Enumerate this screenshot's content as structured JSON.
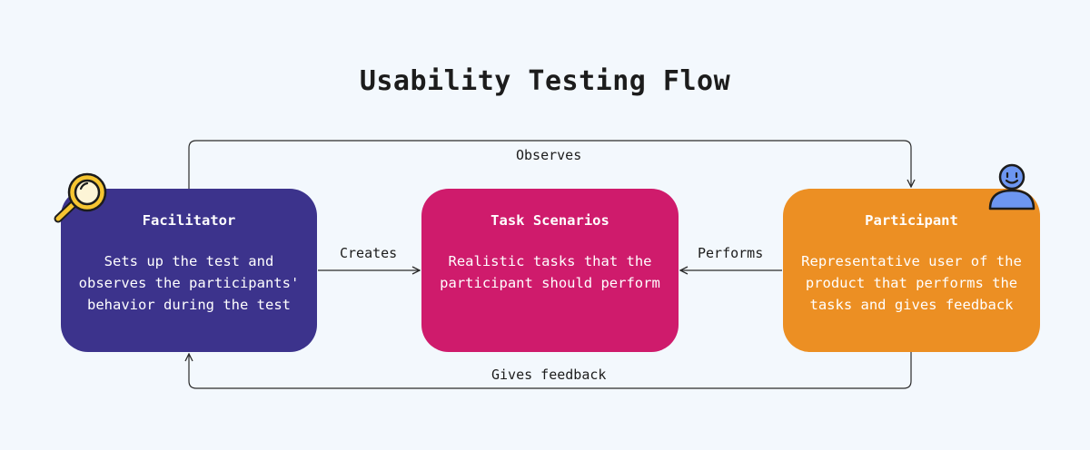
{
  "diagram": {
    "title": "Usability Testing Flow",
    "nodes": {
      "facilitator": {
        "title": "Facilitator",
        "description": "Sets up the test and observes the participants' behavior during the test",
        "color": "#3c338c"
      },
      "tasks": {
        "title": "Task Scenarios",
        "description": "Realistic tasks that the participant should perform",
        "color": "#cf1b6c"
      },
      "participant": {
        "title": "Participant",
        "description": "Representative user of the product that performs the tasks and gives feedback",
        "color": "#ec8f23"
      }
    },
    "edges": {
      "observes": "Observes",
      "creates": "Creates",
      "performs": "Performs",
      "gives_feedback": "Gives feedback"
    },
    "icons": {
      "facilitator": "magnifying-glass-icon",
      "participant": "user-icon"
    }
  }
}
